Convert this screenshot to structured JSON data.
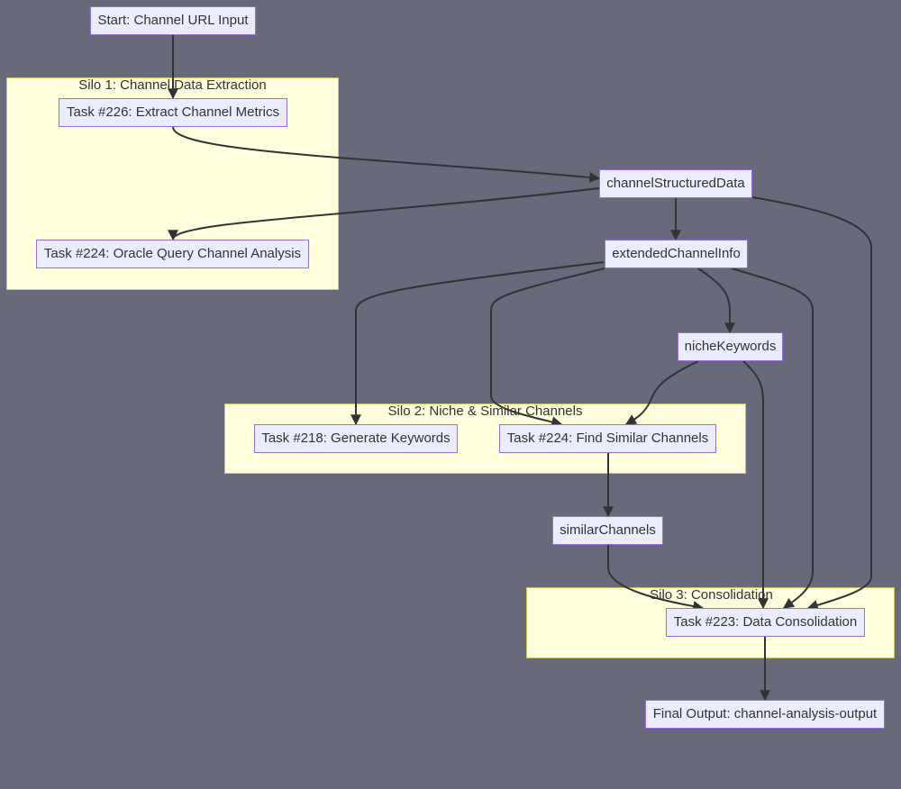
{
  "clusters": {
    "silo1": "Silo 1: Channel Data Extraction",
    "silo2": "Silo 2: Niche & Similar Channels",
    "silo3": "Silo 3: Consolidation"
  },
  "nodes": {
    "start": "Start: Channel URL Input",
    "task226": "Task #226: Extract Channel Metrics",
    "task224_oracle": "Task #224: Oracle Query Channel Analysis",
    "channel_structured_data": "channelStructuredData",
    "extended_channel_info": "extendedChannelInfo",
    "niche_keywords": "nicheKeywords",
    "task218": "Task #218: Generate Keywords",
    "task224_similar": "Task #224: Find Similar Channels",
    "similar_channels": "similarChannels",
    "task223": "Task #223: Data Consolidation",
    "final_output": "Final Output: channel-analysis-output"
  },
  "edges": [
    {
      "from": "start",
      "to": "task226"
    },
    {
      "from": "task226",
      "to": "channel_structured_data"
    },
    {
      "from": "channel_structured_data",
      "to": "task224_oracle"
    },
    {
      "from": "channel_structured_data",
      "to": "extended_channel_info"
    },
    {
      "from": "channel_structured_data",
      "to": "task223"
    },
    {
      "from": "extended_channel_info",
      "to": "task218"
    },
    {
      "from": "extended_channel_info",
      "to": "task224_similar"
    },
    {
      "from": "extended_channel_info",
      "to": "niche_keywords"
    },
    {
      "from": "extended_channel_info",
      "to": "task223"
    },
    {
      "from": "niche_keywords",
      "to": "task224_similar"
    },
    {
      "from": "niche_keywords",
      "to": "task223"
    },
    {
      "from": "task224_similar",
      "to": "similar_channels"
    },
    {
      "from": "similar_channels",
      "to": "task223"
    },
    {
      "from": "task223",
      "to": "final_output"
    }
  ],
  "colors": {
    "background": "#686a7b",
    "cluster_fill": "#ffffde",
    "node_fill": "#ececff",
    "node_border": "#9370db",
    "edge": "#333333"
  }
}
